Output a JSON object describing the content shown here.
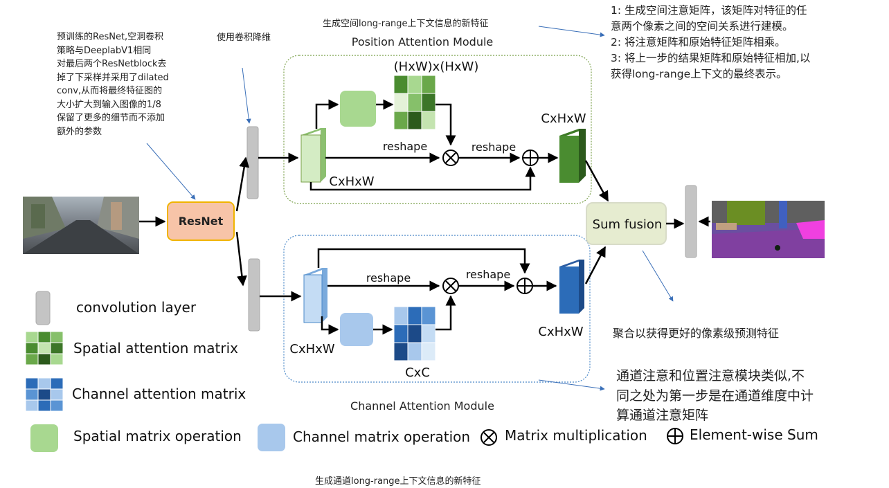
{
  "labels": {
    "pam_title": "Position Attention Module",
    "cam_title": "Channel Attention Module",
    "hw_matrix": "(HxW)x(HxW)",
    "reshape": "reshape",
    "cxhxw": "CxHxW",
    "cxc": "CxC",
    "resnet": "ResNet",
    "sum_fusion": "Sum fusion"
  },
  "legend": {
    "conv": "convolution layer",
    "spatial_matrix": "Spatial attention matrix",
    "channel_matrix": "Channel attention matrix",
    "spatial_op": "Spatial matrix operation",
    "channel_op": "Channel matrix operation",
    "matmul": "Matrix multiplication",
    "elemsum": "Element-wise Sum"
  },
  "annotations": {
    "resnet_note": [
      "预训练的ResNet,空洞卷积",
      "策略与DeeplabV1相同",
      "对最后两个ResNetblock去",
      "掉了下采样并采用了dilated",
      "conv,从而将最终特征图的",
      "大小扩大到输入图像的1/8",
      "保留了更多的细节而不添加",
      "额外的参数"
    ],
    "conv_note": "使用卷积降维",
    "position_feature": "生成空间long-range上下文信息的新特征",
    "steps": [
      "1: 生成空间注意矩阵，该矩阵对特征的任",
      "意两个像素之间的空间关系进行建模。",
      "2: 将注意矩阵和原始特征矩阵相乘。",
      "3: 将上一步的结果矩阵和原始特征相加,以",
      "获得long-range上下文的最终表示。"
    ],
    "fusion_note": "聚合以获得更好的像素级预测特征",
    "channel_note": "通道注意和位置注意模块类似,不同之处为第一步是在通道维度中计算通道注意矩阵",
    "channel_feature": "生成通道long-range上下文信息的新特征"
  },
  "colors": {
    "spatial_light": "#a8d890",
    "spatial_dark": "#4a8c30",
    "channel_light": "#a8c8ec",
    "channel_dark": "#2c6cb8",
    "resnet_fill": "#f7c4a8",
    "resnet_border": "#f0b400",
    "fusion_fill": "#e6ecd0",
    "conv_gray": "#c4c4c4"
  }
}
